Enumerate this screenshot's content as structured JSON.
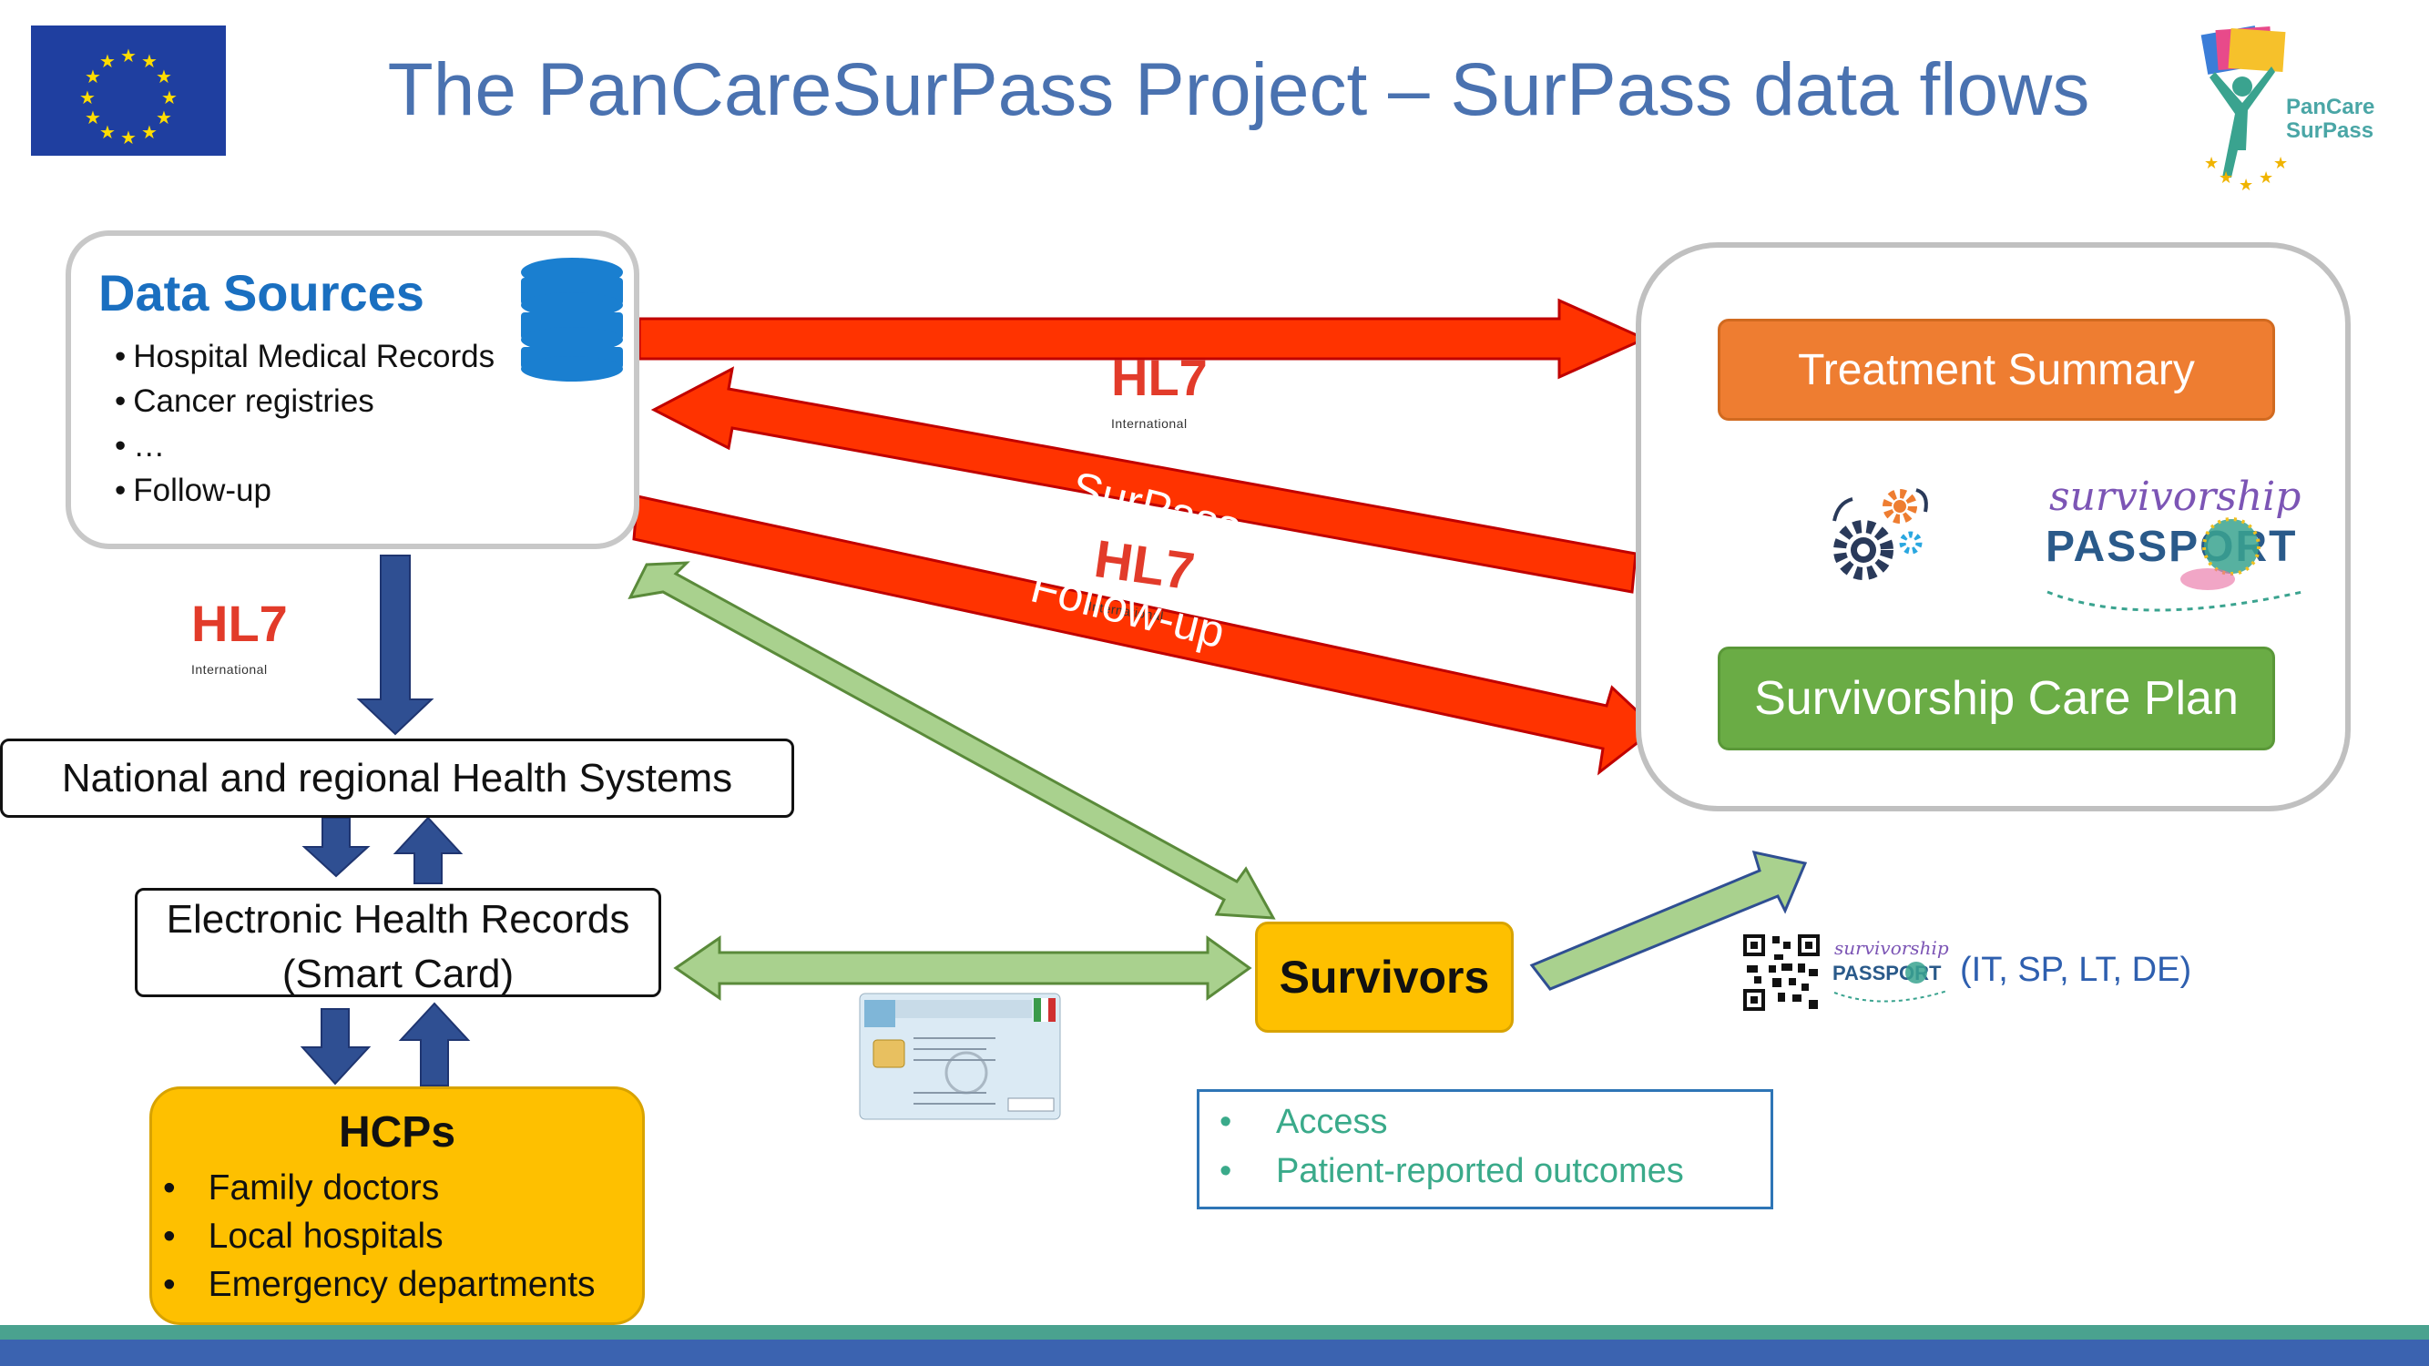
{
  "title": "The PanCareSurPass Project – SurPass data flows",
  "logo": {
    "line1": "PanCare",
    "line2": "SurPass"
  },
  "data_sources": {
    "title": "Data Sources",
    "items": [
      "Hospital Medical Records",
      "Cancer registries",
      "…",
      "Follow-up"
    ]
  },
  "hl7": {
    "text": "HL7",
    "sub": "International"
  },
  "arrow_labels": {
    "surpass": "SurPass",
    "followup": "Follow-up"
  },
  "treatment_summary": "Treatment Summary",
  "survivorship_care_plan": "Survivorship Care Plan",
  "national_systems": "National and regional  Health Systems",
  "ehr": {
    "line1": "Electronic Health Records",
    "line2": "(Smart Card)"
  },
  "hcps": {
    "title": "HCPs",
    "items": [
      "Family doctors",
      "Local hospitals",
      "Emergency departments"
    ]
  },
  "survivors": "Survivors",
  "access_box": {
    "items": [
      "Access",
      "Patient-reported outcomes"
    ]
  },
  "passport": {
    "line1": "survivorship",
    "line2": "PASSPORT",
    "countries": "(IT, SP, LT, DE)"
  },
  "colors": {
    "title": "#4a72b0",
    "red_arrow": "#ff3300",
    "blue_arrow": "#2f4f92",
    "green_arrow": "#a9d18e",
    "dark_green_arrow": "#4e7a28",
    "orange": "#ee7d31",
    "green": "#6aac45",
    "yellow": "#fec000"
  }
}
